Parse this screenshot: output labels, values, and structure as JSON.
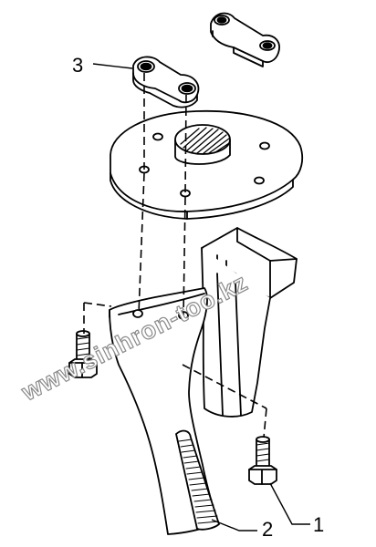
{
  "callouts": {
    "bolt": "1",
    "blade": "2",
    "clamp_plate": "3"
  },
  "watermark": "www.sinhron-too.kz",
  "colors": {
    "line": "#000000",
    "watermark_stroke": "#8a8a8a"
  }
}
